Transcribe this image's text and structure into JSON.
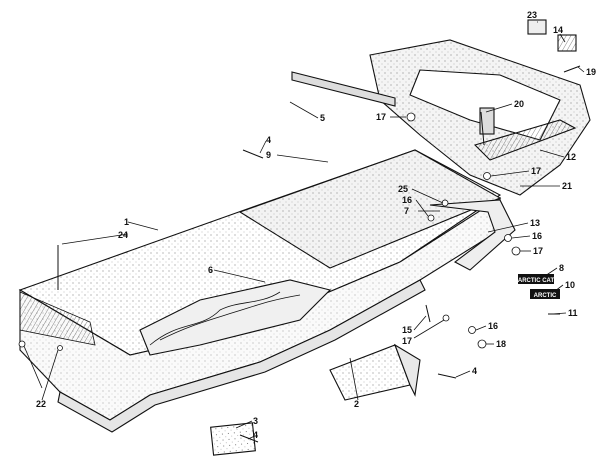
{
  "diagram": {
    "callouts": [
      {
        "id": "c1",
        "text": "1"
      },
      {
        "id": "c24",
        "text": "24"
      },
      {
        "id": "c2",
        "text": "2"
      },
      {
        "id": "c3",
        "text": "3"
      },
      {
        "id": "c4a",
        "text": "4"
      },
      {
        "id": "c4b",
        "text": "4"
      },
      {
        "id": "c4c",
        "text": "4"
      },
      {
        "id": "c5",
        "text": "5"
      },
      {
        "id": "c6",
        "text": "6"
      },
      {
        "id": "c7",
        "text": "7"
      },
      {
        "id": "c8",
        "text": "8"
      },
      {
        "id": "c9",
        "text": "9"
      },
      {
        "id": "c10",
        "text": "10"
      },
      {
        "id": "c11",
        "text": "11"
      },
      {
        "id": "c12",
        "text": "12"
      },
      {
        "id": "c13",
        "text": "13"
      },
      {
        "id": "c14",
        "text": "14"
      },
      {
        "id": "c15",
        "text": "15"
      },
      {
        "id": "c16a",
        "text": "16"
      },
      {
        "id": "c16b",
        "text": "16"
      },
      {
        "id": "c16c",
        "text": "16"
      },
      {
        "id": "c17a",
        "text": "17"
      },
      {
        "id": "c17b",
        "text": "17"
      },
      {
        "id": "c17c",
        "text": "17"
      },
      {
        "id": "c17d",
        "text": "17"
      },
      {
        "id": "c18",
        "text": "18"
      },
      {
        "id": "c19",
        "text": "19"
      },
      {
        "id": "c20",
        "text": "20"
      },
      {
        "id": "c21",
        "text": "21"
      },
      {
        "id": "c22",
        "text": "22"
      },
      {
        "id": "c23",
        "text": "23"
      },
      {
        "id": "c25",
        "text": "25"
      }
    ],
    "decal_text": {
      "arctic_cat": "ARCTIC CAT",
      "arctic_outline": "ARCTIC"
    }
  }
}
